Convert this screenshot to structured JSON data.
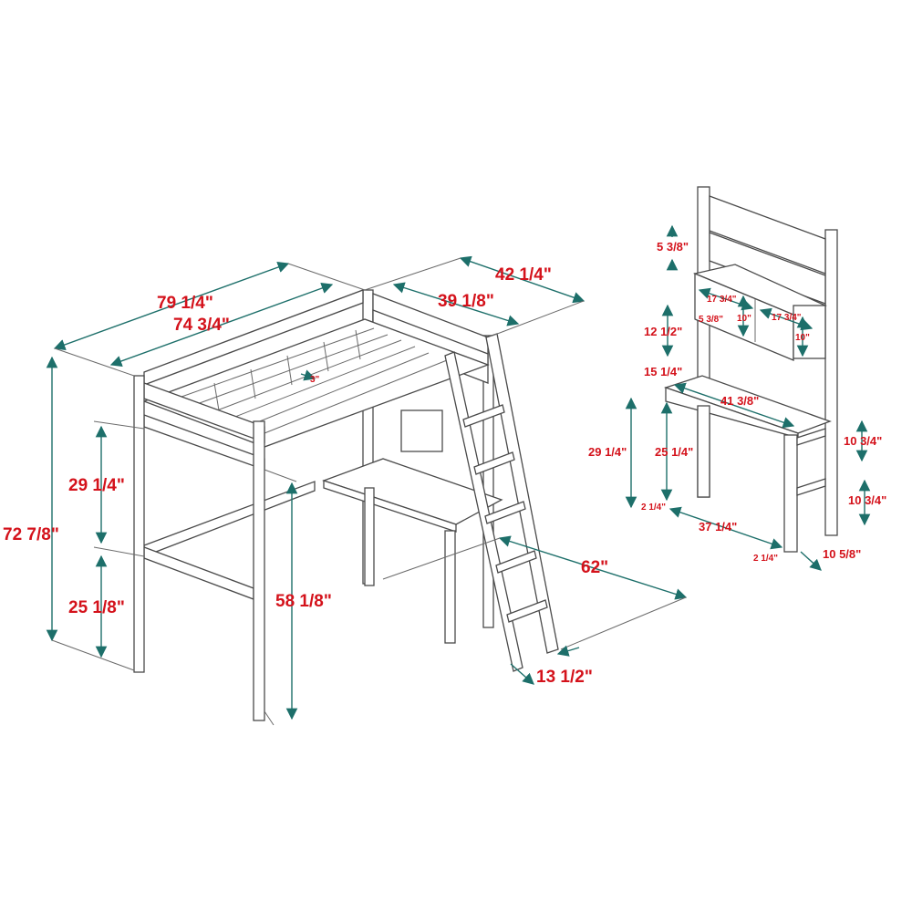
{
  "colors": {
    "label": "#d4121b",
    "dimension_line": "#1d6f6a",
    "outline": "#4a4a4a"
  },
  "loft_bed": {
    "overall_length": "79 1/4\"",
    "mattress_length": "74 3/4\"",
    "overall_width": "42 1/4\"",
    "mattress_width": "39 1/8\"",
    "overall_height": "72 7/8\"",
    "guardrail_height": "29 1/4\"",
    "lower_rail_height": "25 1/8\"",
    "under_bed_clearance": "58 1/8\"",
    "slat_gap": "3\"",
    "ladder_reach": "62\"",
    "ladder_width": "13 1/2\""
  },
  "desk": {
    "top_gap": "5 3/8\"",
    "shelf_width_left": "17 3/4\"",
    "shelf_width_right": "17 3/4\"",
    "shelf_depth": "5 3/8\"",
    "shelf_height_left": "10\"",
    "shelf_height_right": "10\"",
    "hutch_height": "12 1/2\"",
    "desk_depth": "15 1/4\"",
    "desk_length": "41 3/8\"",
    "desk_height": "29 1/4\"",
    "knee_height": "25 1/4\"",
    "leg_width_left": "2 1/4\"",
    "leg_span": "37 1/4\"",
    "leg_width_right": "2 1/4\"",
    "side_rail_upper": "10 3/4\"",
    "side_rail_lower": "10 3/4\"",
    "side_depth": "10 5/8\""
  }
}
